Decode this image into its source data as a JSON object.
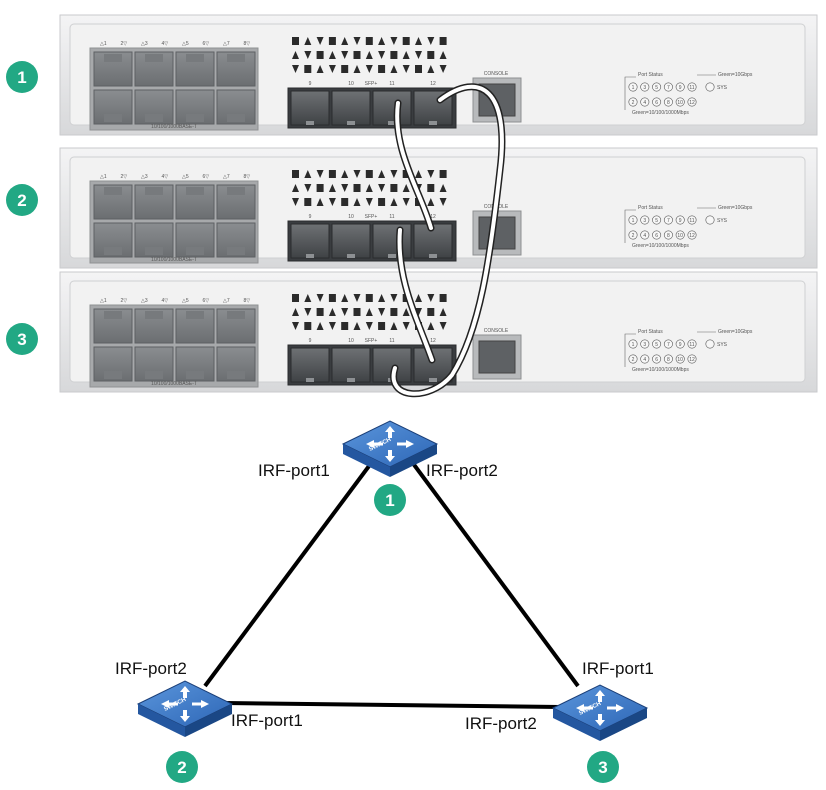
{
  "rack": {
    "badges": [
      "1",
      "2",
      "3"
    ],
    "panel_text": {
      "rj45_top_labels": [
        "△1",
        "2▽",
        "△3",
        "4▽",
        "△5",
        "6▽",
        "△7",
        "8▽"
      ],
      "rj45_caption": "10/100/1000BASE-T",
      "sfp_numbers": [
        "9",
        "10",
        "11",
        "12"
      ],
      "sfp_caption": "SFP+",
      "console_label": "CONSOLE",
      "port_status_label": "Port Status",
      "led_row1": [
        "1",
        "3",
        "5",
        "7",
        "9",
        "11"
      ],
      "led_row2": [
        "2",
        "4",
        "6",
        "8",
        "10",
        "12"
      ],
      "sys_label": "SYS",
      "legend_green_10g": "Green=10Gbps",
      "legend_green_1g": "Green=10/100/1000Mbps"
    }
  },
  "topology": {
    "switch_label": "SWITCH",
    "nodes": [
      {
        "id": "1",
        "label": "1"
      },
      {
        "id": "2",
        "label": "2"
      },
      {
        "id": "3",
        "label": "3"
      }
    ],
    "port_labels": {
      "sw1_left": "IRF-port1",
      "sw1_right": "IRF-port2",
      "sw2_top": "IRF-port2",
      "sw2_right": "IRF-port1",
      "sw3_top": "IRF-port1",
      "sw3_left": "IRF-port2"
    }
  },
  "colors": {
    "badge": "#22a884",
    "chassis": "#e8e9ea",
    "panel": "#f3f3f3",
    "port_dark": "#5a5d60",
    "link": "#000000",
    "switch_top": "#3a78c9",
    "switch_side": "#1f4f94"
  }
}
